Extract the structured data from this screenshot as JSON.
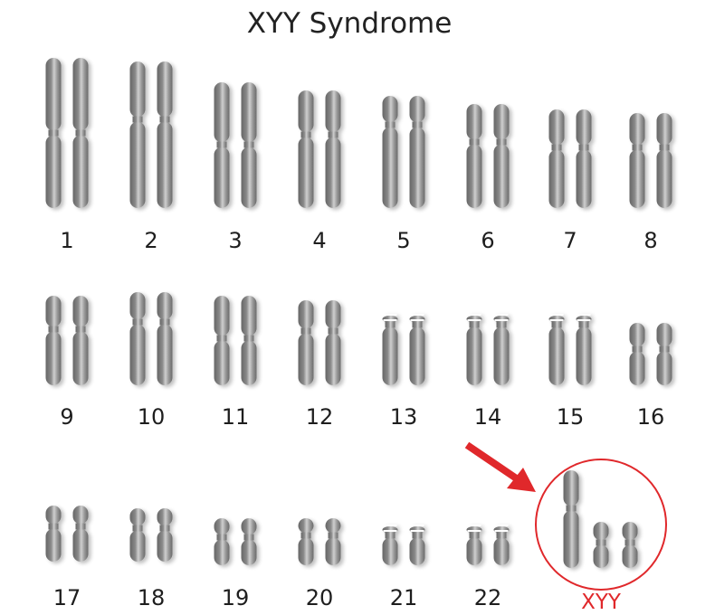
{
  "title": "XYY Syndrome",
  "colors": {
    "chromosome_dark": "#6e6e6e",
    "chromosome_light": "#c4c4c4",
    "highlight": "#e0282b",
    "text": "#222222"
  },
  "karyotype": [
    {
      "label": "1"
    },
    {
      "label": "2"
    },
    {
      "label": "3"
    },
    {
      "label": "4"
    },
    {
      "label": "5"
    },
    {
      "label": "6"
    },
    {
      "label": "7"
    },
    {
      "label": "8"
    },
    {
      "label": "9"
    },
    {
      "label": "10"
    },
    {
      "label": "11"
    },
    {
      "label": "12"
    },
    {
      "label": "13"
    },
    {
      "label": "14"
    },
    {
      "label": "15"
    },
    {
      "label": "16"
    },
    {
      "label": "17"
    },
    {
      "label": "18"
    },
    {
      "label": "19"
    },
    {
      "label": "20"
    },
    {
      "label": "21"
    },
    {
      "label": "22"
    }
  ],
  "sex_chromosomes": {
    "label": "XYY",
    "members": [
      "X",
      "Y",
      "Y"
    ]
  },
  "icons": {
    "pointer": "red-arrow-icon",
    "highlight_ring": "circle-highlight"
  }
}
